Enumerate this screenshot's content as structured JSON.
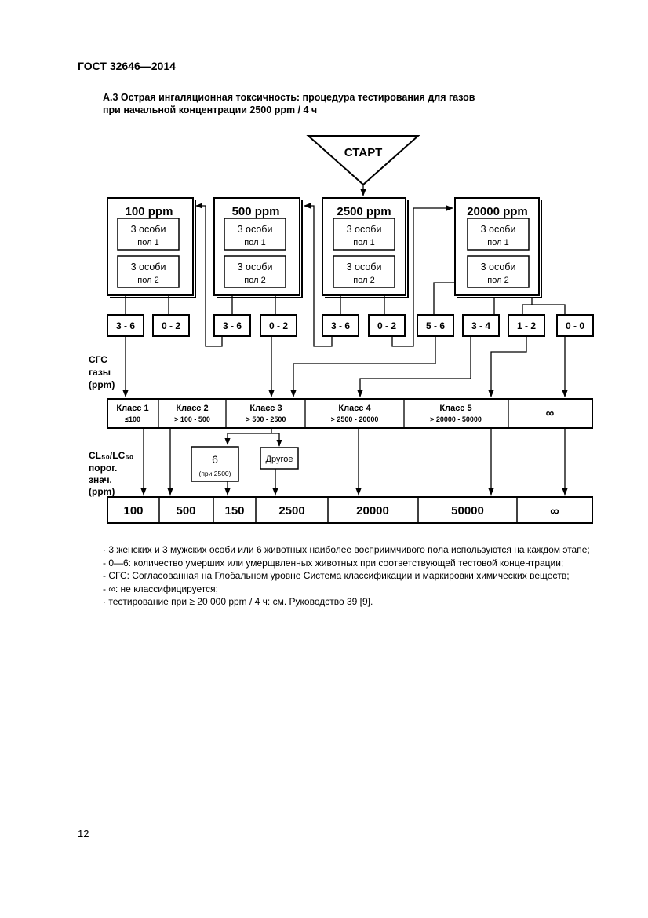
{
  "header": {
    "standard": "ГОСТ 32646—2014"
  },
  "title": {
    "line1": "А.3 Острая ингаляционная токсичность: процедура тестирования для газов",
    "line2": "при начальной концентрации 2500 ppm / 4 ч"
  },
  "diagram": {
    "start_label": "СТАРТ",
    "tests": [
      {
        "label": "100 ppm",
        "group1_a": "3 особи",
        "group1_b": "пол 1",
        "group2_a": "3 особи",
        "group2_b": "пол 2"
      },
      {
        "label": "500 ppm",
        "group1_a": "3 особи",
        "group1_b": "пол 1",
        "group2_a": "3 особи",
        "group2_b": "пол 2"
      },
      {
        "label": "2500 ppm",
        "group1_a": "3 особи",
        "group1_b": "пол 1",
        "group2_a": "3 особи",
        "group2_b": "пол 2"
      },
      {
        "label": "20000 ppm",
        "group1_a": "3 особи",
        "group1_b": "пол 1",
        "group2_a": "3 особи",
        "group2_b": "пол 2"
      }
    ],
    "outcomes": [
      "3 - 6",
      "0 - 2",
      "3 - 6",
      "0 - 2",
      "3 - 6",
      "0 - 2",
      "5 - 6",
      "3 - 4",
      "1 - 2",
      "0 - 0"
    ],
    "ghs_label": [
      "СГС",
      "газы",
      "(ppm)"
    ],
    "classes": [
      {
        "name": "Класс 1",
        "range": "≤100"
      },
      {
        "name": "Класс 2",
        "range": "> 100 - 500"
      },
      {
        "name": "Класс 3",
        "range": "> 500 - 2500"
      },
      {
        "name": "Класс 4",
        "range": "> 2500 - 20000"
      },
      {
        "name": "Класс 5",
        "range": "> 20000 - 50000"
      },
      {
        "name": "∞",
        "range": ""
      }
    ],
    "branch_six": {
      "value": "6",
      "note": "(при 2500)"
    },
    "branch_other": "Другое",
    "cl_label": [
      "CL₅₀/LC₅₀",
      "порог.",
      "знач.",
      "(ppm)"
    ],
    "cl_values": [
      "100",
      "500",
      "150",
      "2500",
      "20000",
      "50000",
      "∞"
    ]
  },
  "notes": [
    "· 3 женских и 3 мужских особи или 6 животных наиболее восприимчивого пола используются на каждом этапе;",
    "- 0—6: количество умерших или умерщвленных животных при соответствующей тестовой концентрации;",
    "- СГС: Согласованная на Глобальном уровне Система классификации и маркировки химических веществ;",
    "- ∞: не классифицируется;",
    "· тестирование при ≥ 20 000 ppm / 4 ч: см. Руководство 39 [9]."
  ],
  "page_number": "12"
}
